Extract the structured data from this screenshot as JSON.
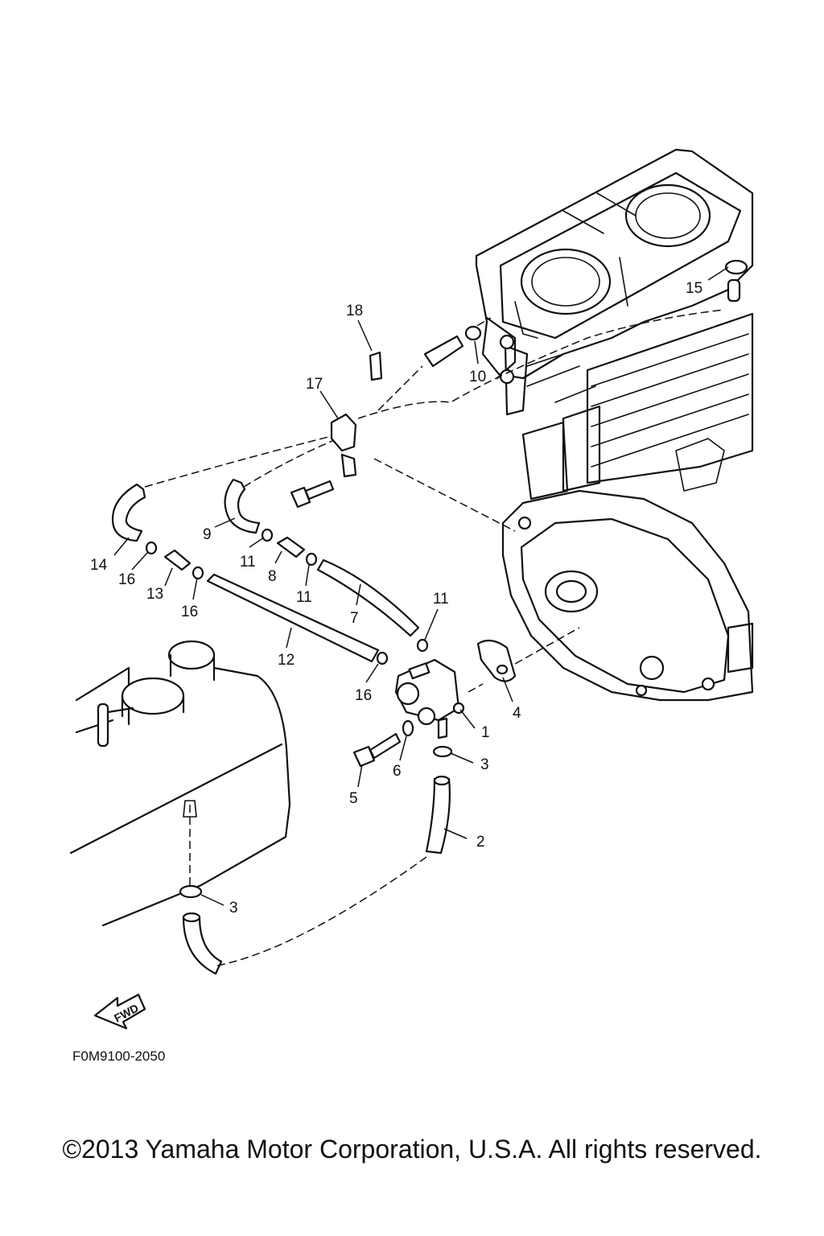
{
  "diagram": {
    "code": "F0M9100-2050",
    "fwd_label": "FWD",
    "copyright": "©2013 Yamaha Motor Corporation, U.S.A. All rights reserved.",
    "callouts": [
      "1",
      "2",
      "3",
      "3",
      "4",
      "5",
      "6",
      "7",
      "8",
      "9",
      "10",
      "11",
      "11",
      "11",
      "12",
      "13",
      "14",
      "15",
      "16",
      "16",
      "16",
      "17",
      "18"
    ]
  }
}
